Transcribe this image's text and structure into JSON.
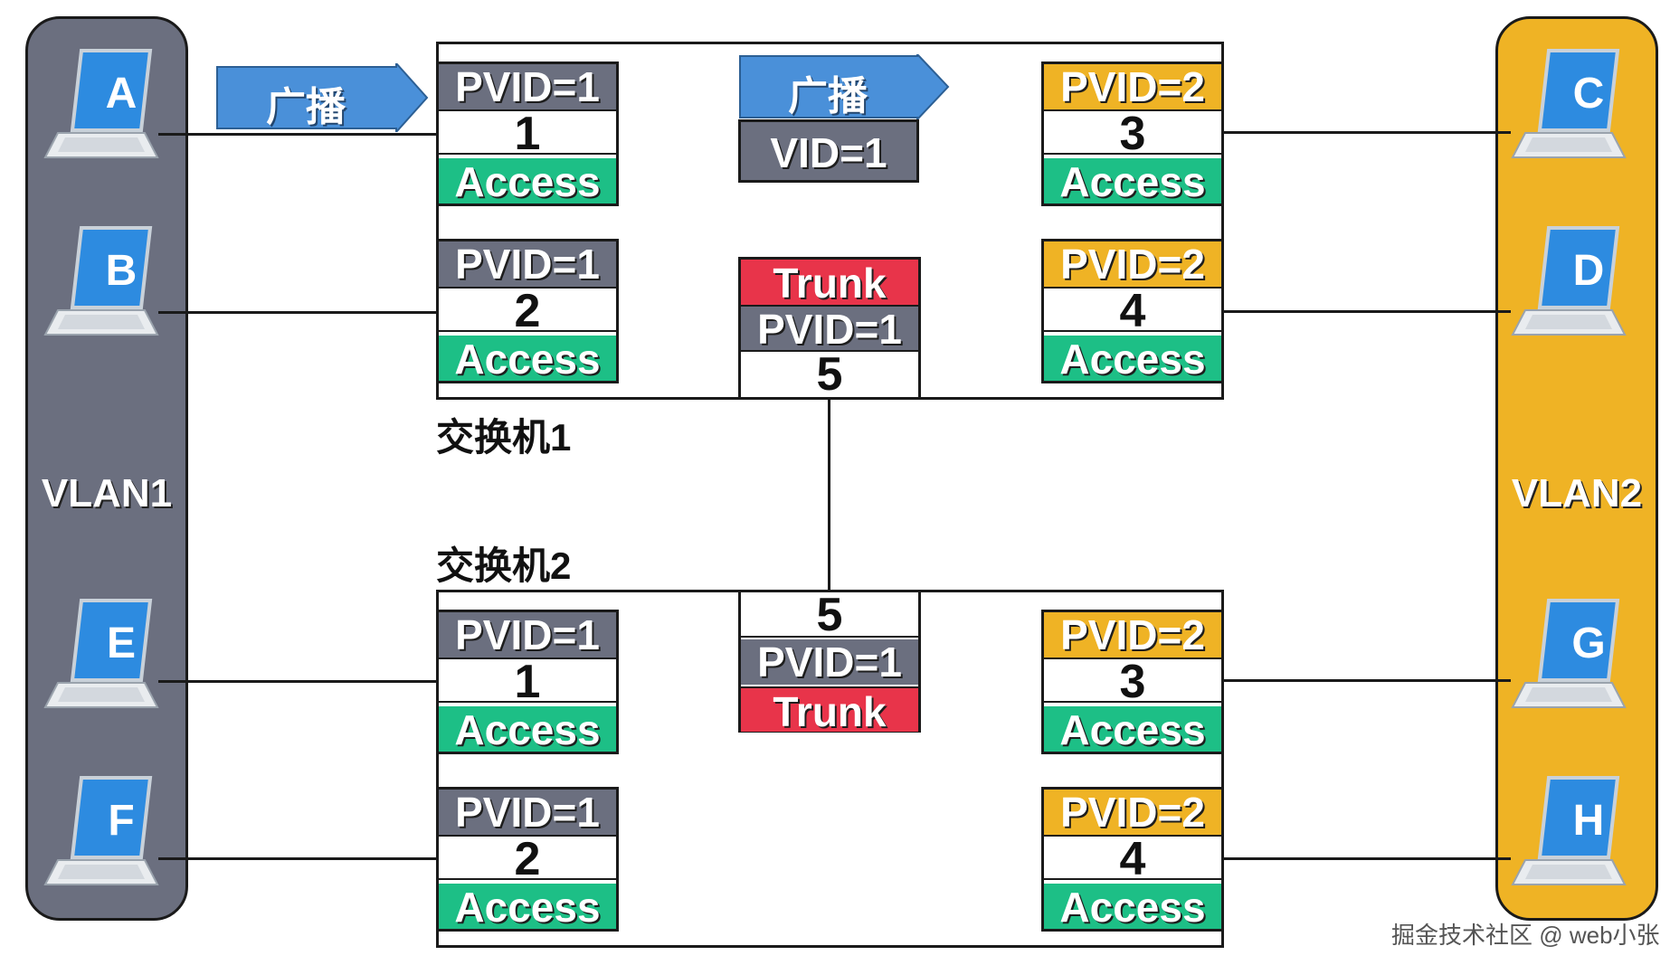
{
  "vlans": {
    "left": {
      "label": "VLAN1",
      "color": "#6b6f7f"
    },
    "right": {
      "label": "VLAN2",
      "color": "#efb325"
    }
  },
  "hosts": {
    "A": "A",
    "B": "B",
    "E": "E",
    "F": "F",
    "C": "C",
    "D": "D",
    "G": "G",
    "H": "H"
  },
  "switch1": {
    "label": "交换机1",
    "broadcast_in": "广播",
    "broadcast_tag": "广播",
    "vid_tag": "VID=1",
    "ports": [
      {
        "pvid": "PVID=1",
        "number": "1",
        "mode": "Access"
      },
      {
        "pvid": "PVID=1",
        "number": "2",
        "mode": "Access"
      },
      {
        "pvid": "PVID=2",
        "number": "3",
        "mode": "Access"
      },
      {
        "pvid": "PVID=2",
        "number": "4",
        "mode": "Access"
      }
    ],
    "trunk": {
      "mode": "Trunk",
      "pvid": "PVID=1",
      "number": "5"
    }
  },
  "switch2": {
    "label": "交换机2",
    "ports": [
      {
        "pvid": "PVID=1",
        "number": "1",
        "mode": "Access"
      },
      {
        "pvid": "PVID=1",
        "number": "2",
        "mode": "Access"
      },
      {
        "pvid": "PVID=2",
        "number": "3",
        "mode": "Access"
      },
      {
        "pvid": "PVID=2",
        "number": "4",
        "mode": "Access"
      }
    ],
    "trunk": {
      "number": "5",
      "pvid": "PVID=1",
      "mode": "Trunk"
    }
  },
  "colors": {
    "pvid1": "#6b6f7f",
    "pvid2": "#efb325",
    "access": "#1dbf86",
    "trunk": "#e8344a",
    "broadcast": "#4a90d9"
  },
  "watermark": "掘金技术社区 @ web小张"
}
